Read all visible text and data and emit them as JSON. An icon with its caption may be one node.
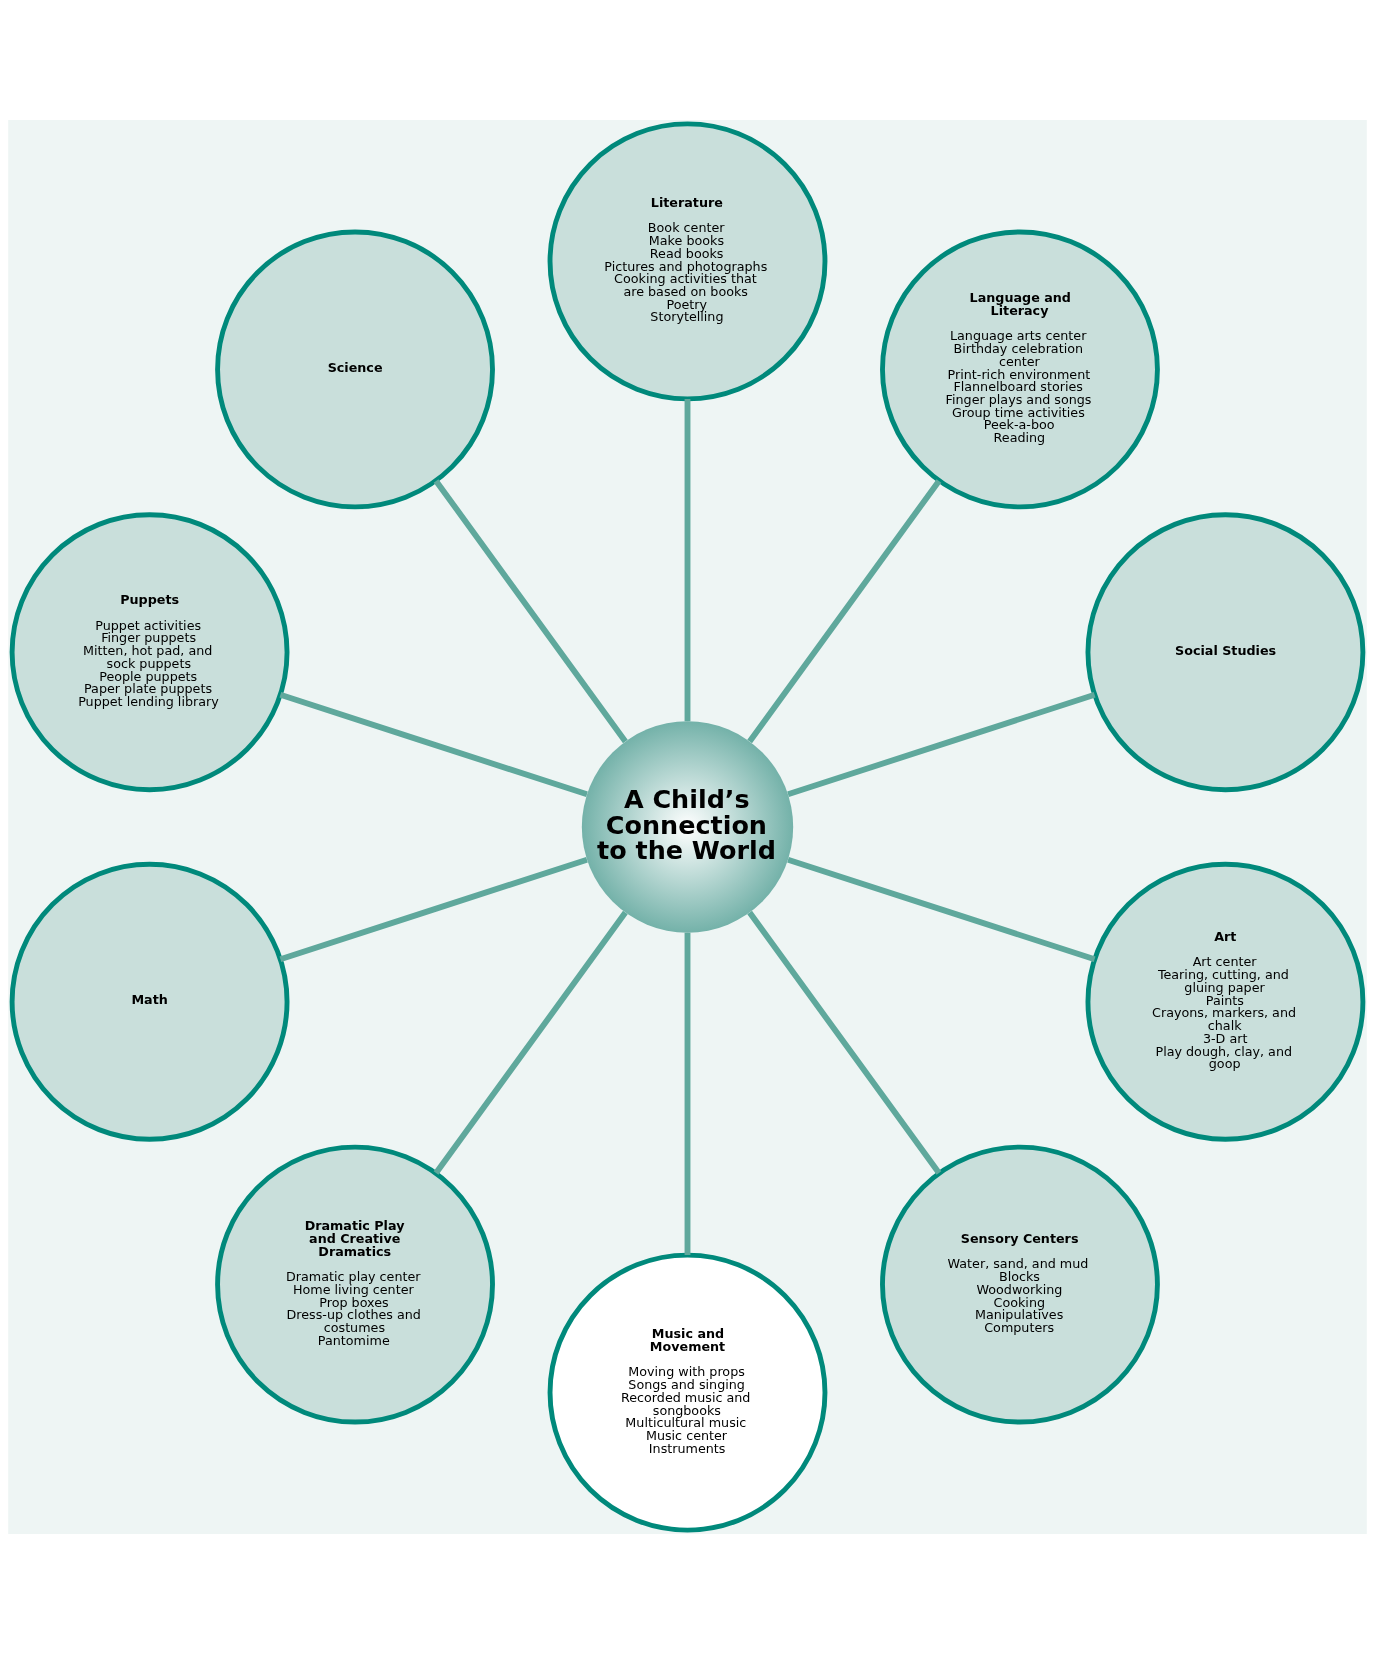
{
  "diagram": {
    "nodes": [
      {
        "text": [
          "Social Studies"
        ]
      },
      {
        "text": [
          "Language and Literacy",
          "Language arts center",
          "Birthday celebration center",
          "Print-rich environment",
          "Flannelboard stories",
          "Finger plays and songs",
          "Group time activities",
          "Peek-a-boo",
          "Reading"
        ]
      },
      {
        "text": [
          "Literature",
          "Book center",
          "Make books",
          "Read books",
          "Pictures and photographs",
          "Cooking activities that are based on books",
          "Poetry",
          "Storytelling"
        ]
      },
      {
        "text": [
          "Science"
        ]
      },
      {
        "text": [
          "Puppets",
          "Puppet activities",
          "Finger puppets",
          "Mitten, hot pad, and sock puppets",
          "People puppets",
          "Paper plate puppets",
          "Puppet lending library"
        ]
      },
      {
        "text": [
          "A Child’s Connection to the World"
        ]
      },
      {
        "text": [
          "Math"
        ]
      },
      {
        "text": [
          "Dramatic Play and Creative Dramatics",
          "Dramatic play center",
          "Home living center",
          "Prop boxes",
          "Dress-up clothes and costumes",
          "Pantomime"
        ]
      },
      {
        "text": [
          "Music and Movement",
          "Moving with props",
          "Songs and singing",
          "Recorded music and songbooks",
          "Multicultural music",
          "Music center",
          "Instruments"
        ]
      },
      {
        "text": [
          "Sensory Centers",
          "Water, sand, and mud",
          "Blocks",
          "Woodworking",
          "Cooking",
          "Manipulatives",
          "Computers"
        ]
      },
      {
        "text": [
          "Art",
          "Art center",
          "Tearing, cutting, and gluing paper",
          "Paints",
          "Crayons, markers, and chalk",
          "3-D art",
          "Play dough, clay, and goop"
        ]
      }
    ],
    "edges": [
      {
        "from": 5,
        "to": 4,
        "arrow": "none"
      },
      {
        "from": 5,
        "to": 2,
        "arrow": "none"
      },
      {
        "from": 5,
        "to": 1,
        "arrow": "none"
      },
      {
        "from": 5,
        "to": 0,
        "arrow": "none"
      },
      {
        "from": 5,
        "to": 3,
        "arrow": "none"
      },
      {
        "from": 5,
        "to": 6,
        "arrow": "none"
      },
      {
        "from": 5,
        "to": 8,
        "arrow": "none"
      },
      {
        "from": 5,
        "to": 9,
        "arrow": "none"
      },
      {
        "from": 5,
        "to": 10,
        "arrow": "none"
      },
      {
        "from": 5,
        "to": 7,
        "arrow": "none"
      }
    ]
  }
}
